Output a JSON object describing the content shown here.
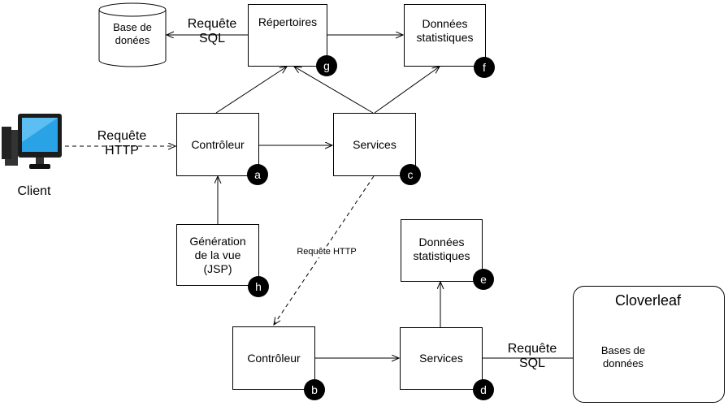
{
  "nodes": {
    "repertoires": "Répertoires",
    "donnees_stat_top": "Données\nstatistiques",
    "controleur_top": "Contrôleur",
    "services_top": "Services",
    "generation_vue": "Génération\nde la vue\n(JSP)",
    "donnees_stat_bottom": "Données\nstatistiques",
    "controleur_bottom": "Contrôleur",
    "services_bottom": "Services",
    "base_donnees": "Base de\ndonées",
    "bases_donnees_cloverleaf": "Bases de\ndonnées",
    "client": "Client",
    "cloverleaf": "Cloverleaf"
  },
  "badges": {
    "a": "a",
    "b": "b",
    "c": "c",
    "d": "d",
    "e": "e",
    "f": "f",
    "g": "g",
    "h": "h"
  },
  "edge_labels": {
    "requete_sql_top": "Requête\nSQL",
    "requete_http_client": "Requête\nHTTP",
    "requete_http_dashed": "Requête HTTP",
    "requete_sql_bottom": "Requête\nSQL"
  },
  "icons": {
    "client": "desktop-computer-icon",
    "database": "database-cylinder-icon"
  }
}
